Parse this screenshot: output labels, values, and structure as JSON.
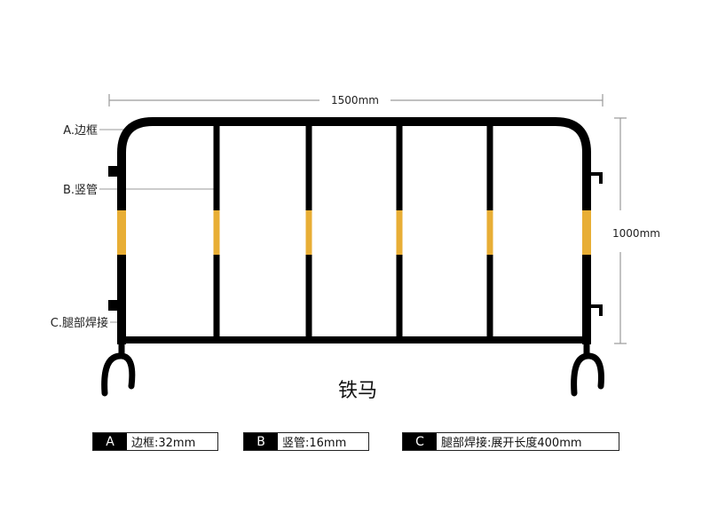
{
  "title": "铁马",
  "dimensions": {
    "width_label": "1500mm",
    "height_label": "1000mm"
  },
  "callouts": [
    {
      "id": "A",
      "label": "A.边框"
    },
    {
      "id": "B",
      "label": "B.竖管"
    },
    {
      "id": "C",
      "label": "C.腿部焊接"
    }
  ],
  "legend": [
    {
      "key": "A",
      "text": "边框:32mm"
    },
    {
      "key": "B",
      "text": "竖管:16mm"
    },
    {
      "key": "C",
      "text": "腿部焊接:展开长度400mm"
    }
  ],
  "colors": {
    "frame": "#000000",
    "reflective_band": "#E8AE35",
    "dimension_line": "#999999"
  }
}
